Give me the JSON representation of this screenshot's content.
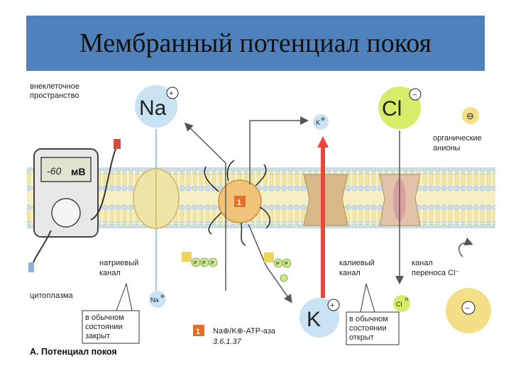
{
  "slide": {
    "title": "Мембранный потенциал покоя"
  },
  "diagram": {
    "extracellular_label": [
      "внеклеточное",
      "пространство"
    ],
    "cytoplasm_label": "цитоплазма",
    "voltmeter_reading": "-60",
    "voltmeter_unit": "мВ",
    "ions": {
      "na_big": "Na",
      "na_small": "Na",
      "cl_big": "Cl",
      "cl_small": "Cl",
      "k_big": "K",
      "k_small": "K"
    },
    "channel_labels": {
      "sodium": [
        "натриевый",
        "канал"
      ],
      "potassium": [
        "калиевый",
        "канал"
      ],
      "chloride": [
        "канал",
        "переноса Cl⁻"
      ]
    },
    "organic_anions_label": [
      "органические",
      "анионы"
    ],
    "callouts": {
      "closed": [
        "в обычном",
        "состоянии",
        "закрыт"
      ],
      "open": [
        "в обычном",
        "состоянии",
        "открыт"
      ]
    },
    "enzyme": {
      "badge": "1",
      "name": "Na⊕/K⊕-АТР-аза",
      "ec": "3.6.1.37"
    },
    "atp_labels": [
      "P",
      "P",
      "P"
    ],
    "adp_labels": [
      "P",
      "P"
    ],
    "caption": "А. Потенциал покоя",
    "colors": {
      "title_bar": "#4f81bd",
      "na_bubble": "#c9e3f2",
      "cl_bubble": "#d9ec6a",
      "anion_bubble": "#f3e086",
      "k_bubble": "#c9e3f2",
      "potassium_arrow": "#e8463a",
      "channel_fill": "#f0e3a6",
      "membrane_head": "#c9dff0"
    }
  }
}
